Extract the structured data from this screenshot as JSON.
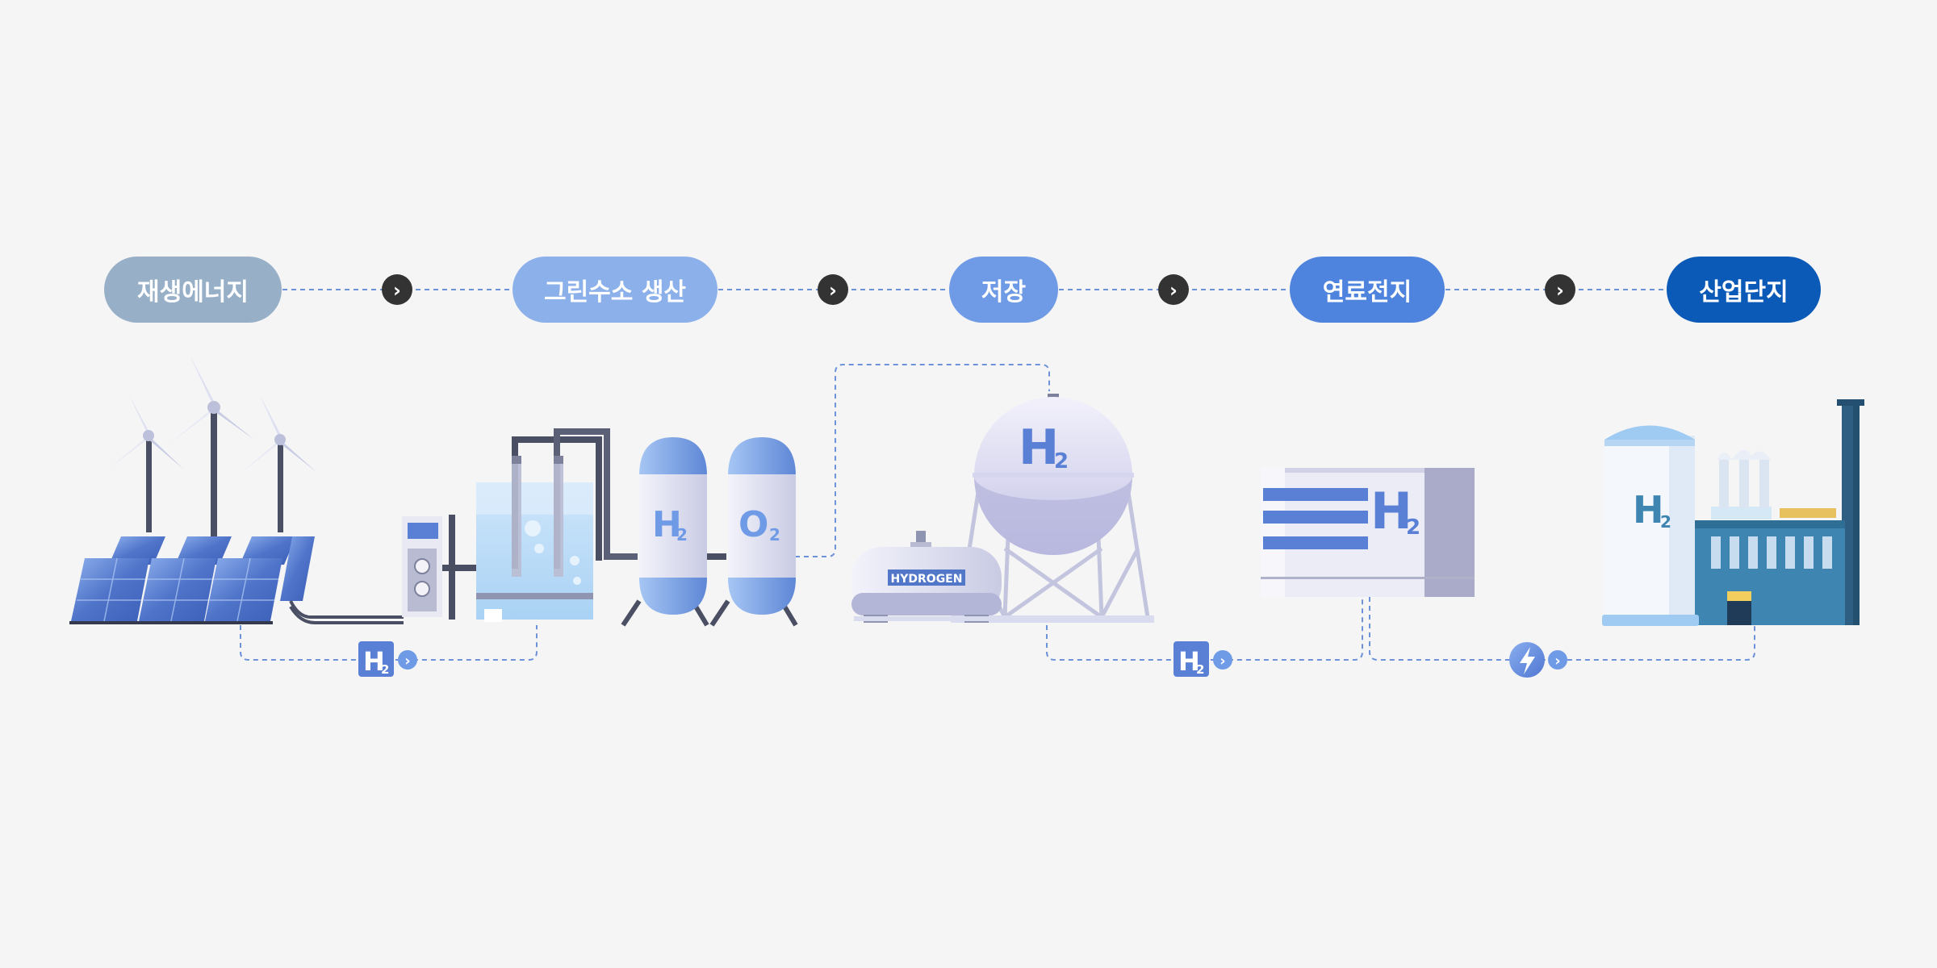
{
  "steps": [
    {
      "label": "재생에너지",
      "color": "#98b0c7"
    },
    {
      "label": "그린수소 생산",
      "color": "#8cb0ea"
    },
    {
      "label": "저장",
      "color": "#6f9be6"
    },
    {
      "label": "연료전지",
      "color": "#4e84dd"
    },
    {
      "label": "산업단지",
      "color": "#0c5ab8"
    }
  ],
  "labels": {
    "h2": "H",
    "sub2": "2",
    "o2": "O",
    "tank": "HYDROGEN",
    "chevron": "›"
  },
  "colors": {
    "dash": "#6e92d9",
    "dark_circle": "#333333",
    "panel": "#5277c9",
    "accent_blue": "#5a80d6",
    "factory_teal": "#3e86b1"
  },
  "icons": [
    "wind-turbine-icon",
    "solar-panel-icon",
    "electrolyzer-icon",
    "storage-sphere-icon",
    "fuel-cell-icon",
    "factory-icon",
    "lightning-icon"
  ]
}
